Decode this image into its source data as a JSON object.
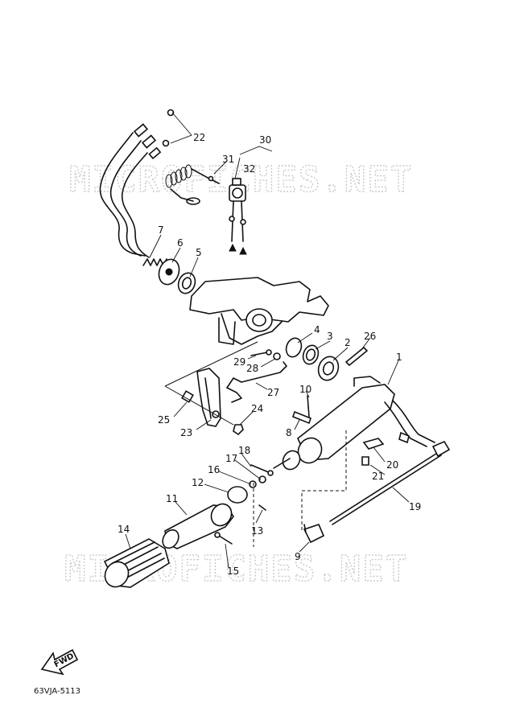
{
  "watermark": "MICROFICHES.NET",
  "diagram_code": "63VJA-5113",
  "fwd_label": "FWD",
  "callouts": {
    "c1": "1",
    "c2": "2",
    "c3": "3",
    "c4": "4",
    "c5": "5",
    "c6": "6",
    "c7": "7",
    "c8": "8",
    "c9": "9",
    "c10": "10",
    "c11": "11",
    "c12": "12",
    "c13": "13",
    "c14": "14",
    "c15": "15",
    "c16": "16",
    "c17": "17",
    "c18": "18",
    "c19": "19",
    "c20": "20",
    "c21": "21",
    "c22": "22",
    "c23": "23",
    "c24": "24",
    "c25": "25",
    "c26": "26",
    "c27": "27",
    "c28": "28",
    "c29": "29",
    "c30": "30",
    "c31": "31",
    "c32": "32"
  }
}
